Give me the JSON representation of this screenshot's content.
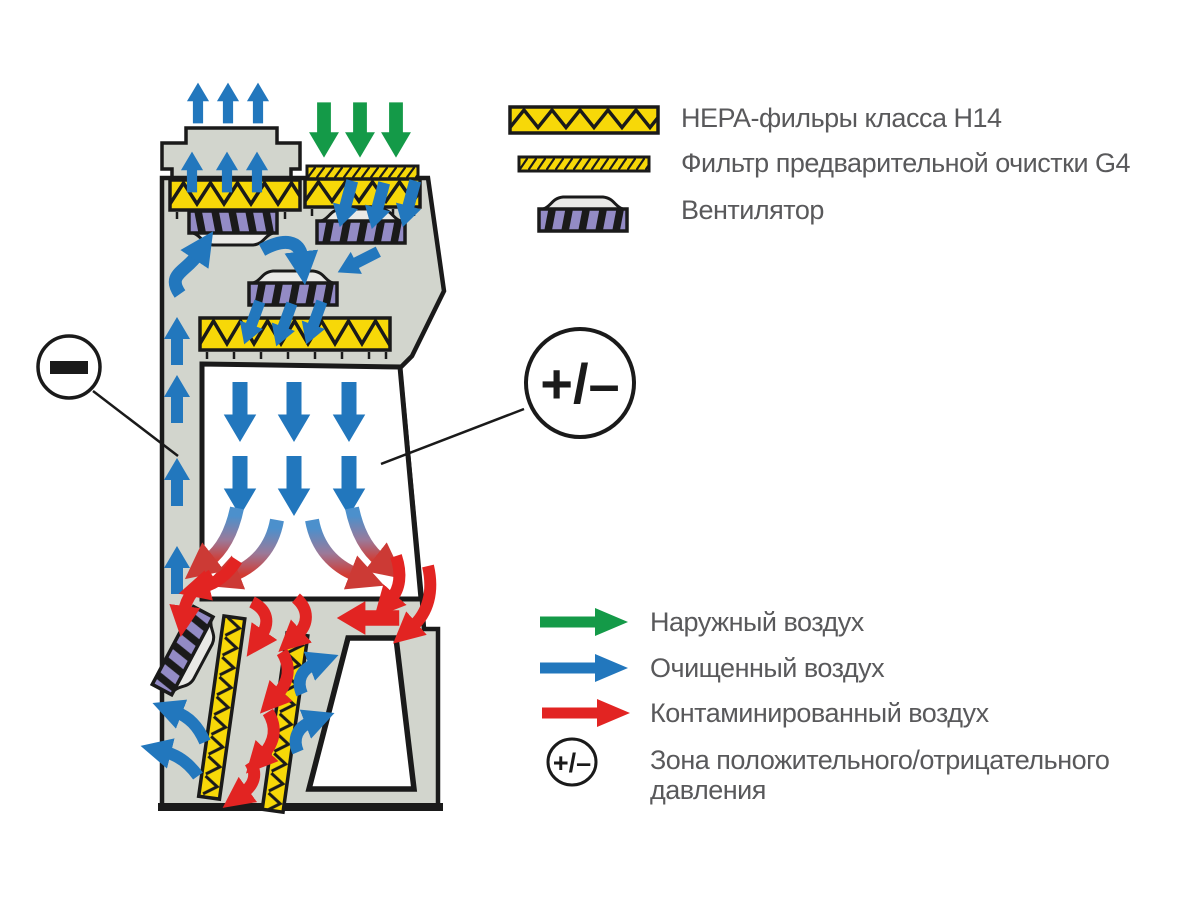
{
  "colors": {
    "body_gray": "#d2d5cd",
    "filter_yellow": "#f7d808",
    "fan_purple": "#938bc5",
    "air_outside_green": "#149a48",
    "air_clean_blue": "#2277bd",
    "air_contaminated_red": "#e22422",
    "legend_text_gray": "#59595b",
    "outline_black": "#1a1a1a"
  },
  "filter_legend": {
    "items": [
      {
        "icon": "hepa-filter-icon",
        "label": "HEPA-фильры класса H14"
      },
      {
        "icon": "pre-filter-icon",
        "label": "Фильтр предварительной очистки G4"
      },
      {
        "icon": "fan-icon",
        "label": "Вентилятор"
      }
    ]
  },
  "airflow_legend": {
    "items": [
      {
        "icon": "outside-air-arrow-icon",
        "label": "Наружный воздух"
      },
      {
        "icon": "clean-air-arrow-icon",
        "label": "Очищенный воздух"
      },
      {
        "icon": "contaminated-air-arrow-icon",
        "label": "Контаминированный воздух"
      },
      {
        "icon": "pressure-zone-icon",
        "symbol": "+/–",
        "label": "Зона положительного/отрицательного давления"
      }
    ]
  },
  "annotations": {
    "negative_pressure_symbol": "–",
    "dual_pressure_symbol": "+/–"
  }
}
